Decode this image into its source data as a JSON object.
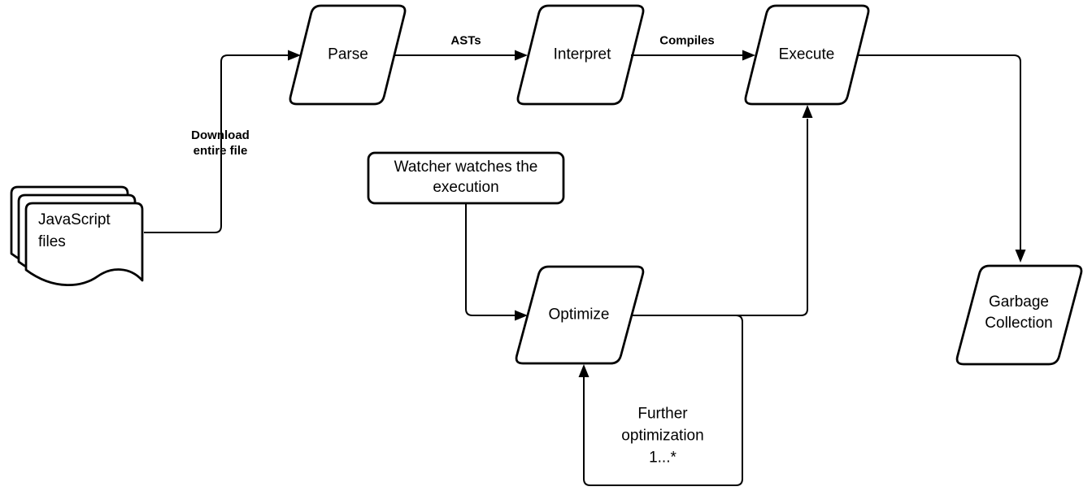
{
  "diagram": {
    "background": "#ffffff",
    "stroke_color": "#000000",
    "shape_fill": "#ffffff",
    "nodes": {
      "javascript_files": {
        "label": "JavaScript\nfiles",
        "shape": "multi-document"
      },
      "parse": {
        "label": "Parse",
        "shape": "parallelogram"
      },
      "interpret": {
        "label": "Interpret",
        "shape": "parallelogram"
      },
      "execute": {
        "label": "Execute",
        "shape": "parallelogram"
      },
      "watcher": {
        "label": "Watcher watches the\nexecution",
        "shape": "rectangle"
      },
      "optimize": {
        "label": "Optimize",
        "shape": "parallelogram"
      },
      "garbage_collection": {
        "label": "Garbage\nCollection",
        "shape": "parallelogram"
      }
    },
    "edge_labels": {
      "download": "Download\nentire file",
      "asts": "ASTs",
      "compiles": "Compiles",
      "further_optimization": "Further\noptimization\n1...*"
    },
    "edges": [
      {
        "from": "javascript_files",
        "to": "parse",
        "label": "Download entire file"
      },
      {
        "from": "parse",
        "to": "interpret",
        "label": "ASTs"
      },
      {
        "from": "interpret",
        "to": "execute",
        "label": "Compiles"
      },
      {
        "from": "execute",
        "to": "garbage_collection",
        "label": ""
      },
      {
        "from": "watcher",
        "to": "optimize",
        "label": ""
      },
      {
        "from": "optimize",
        "to": "execute",
        "label": ""
      },
      {
        "from": "optimize",
        "to": "optimize",
        "label": "Further optimization 1...*"
      }
    ]
  }
}
